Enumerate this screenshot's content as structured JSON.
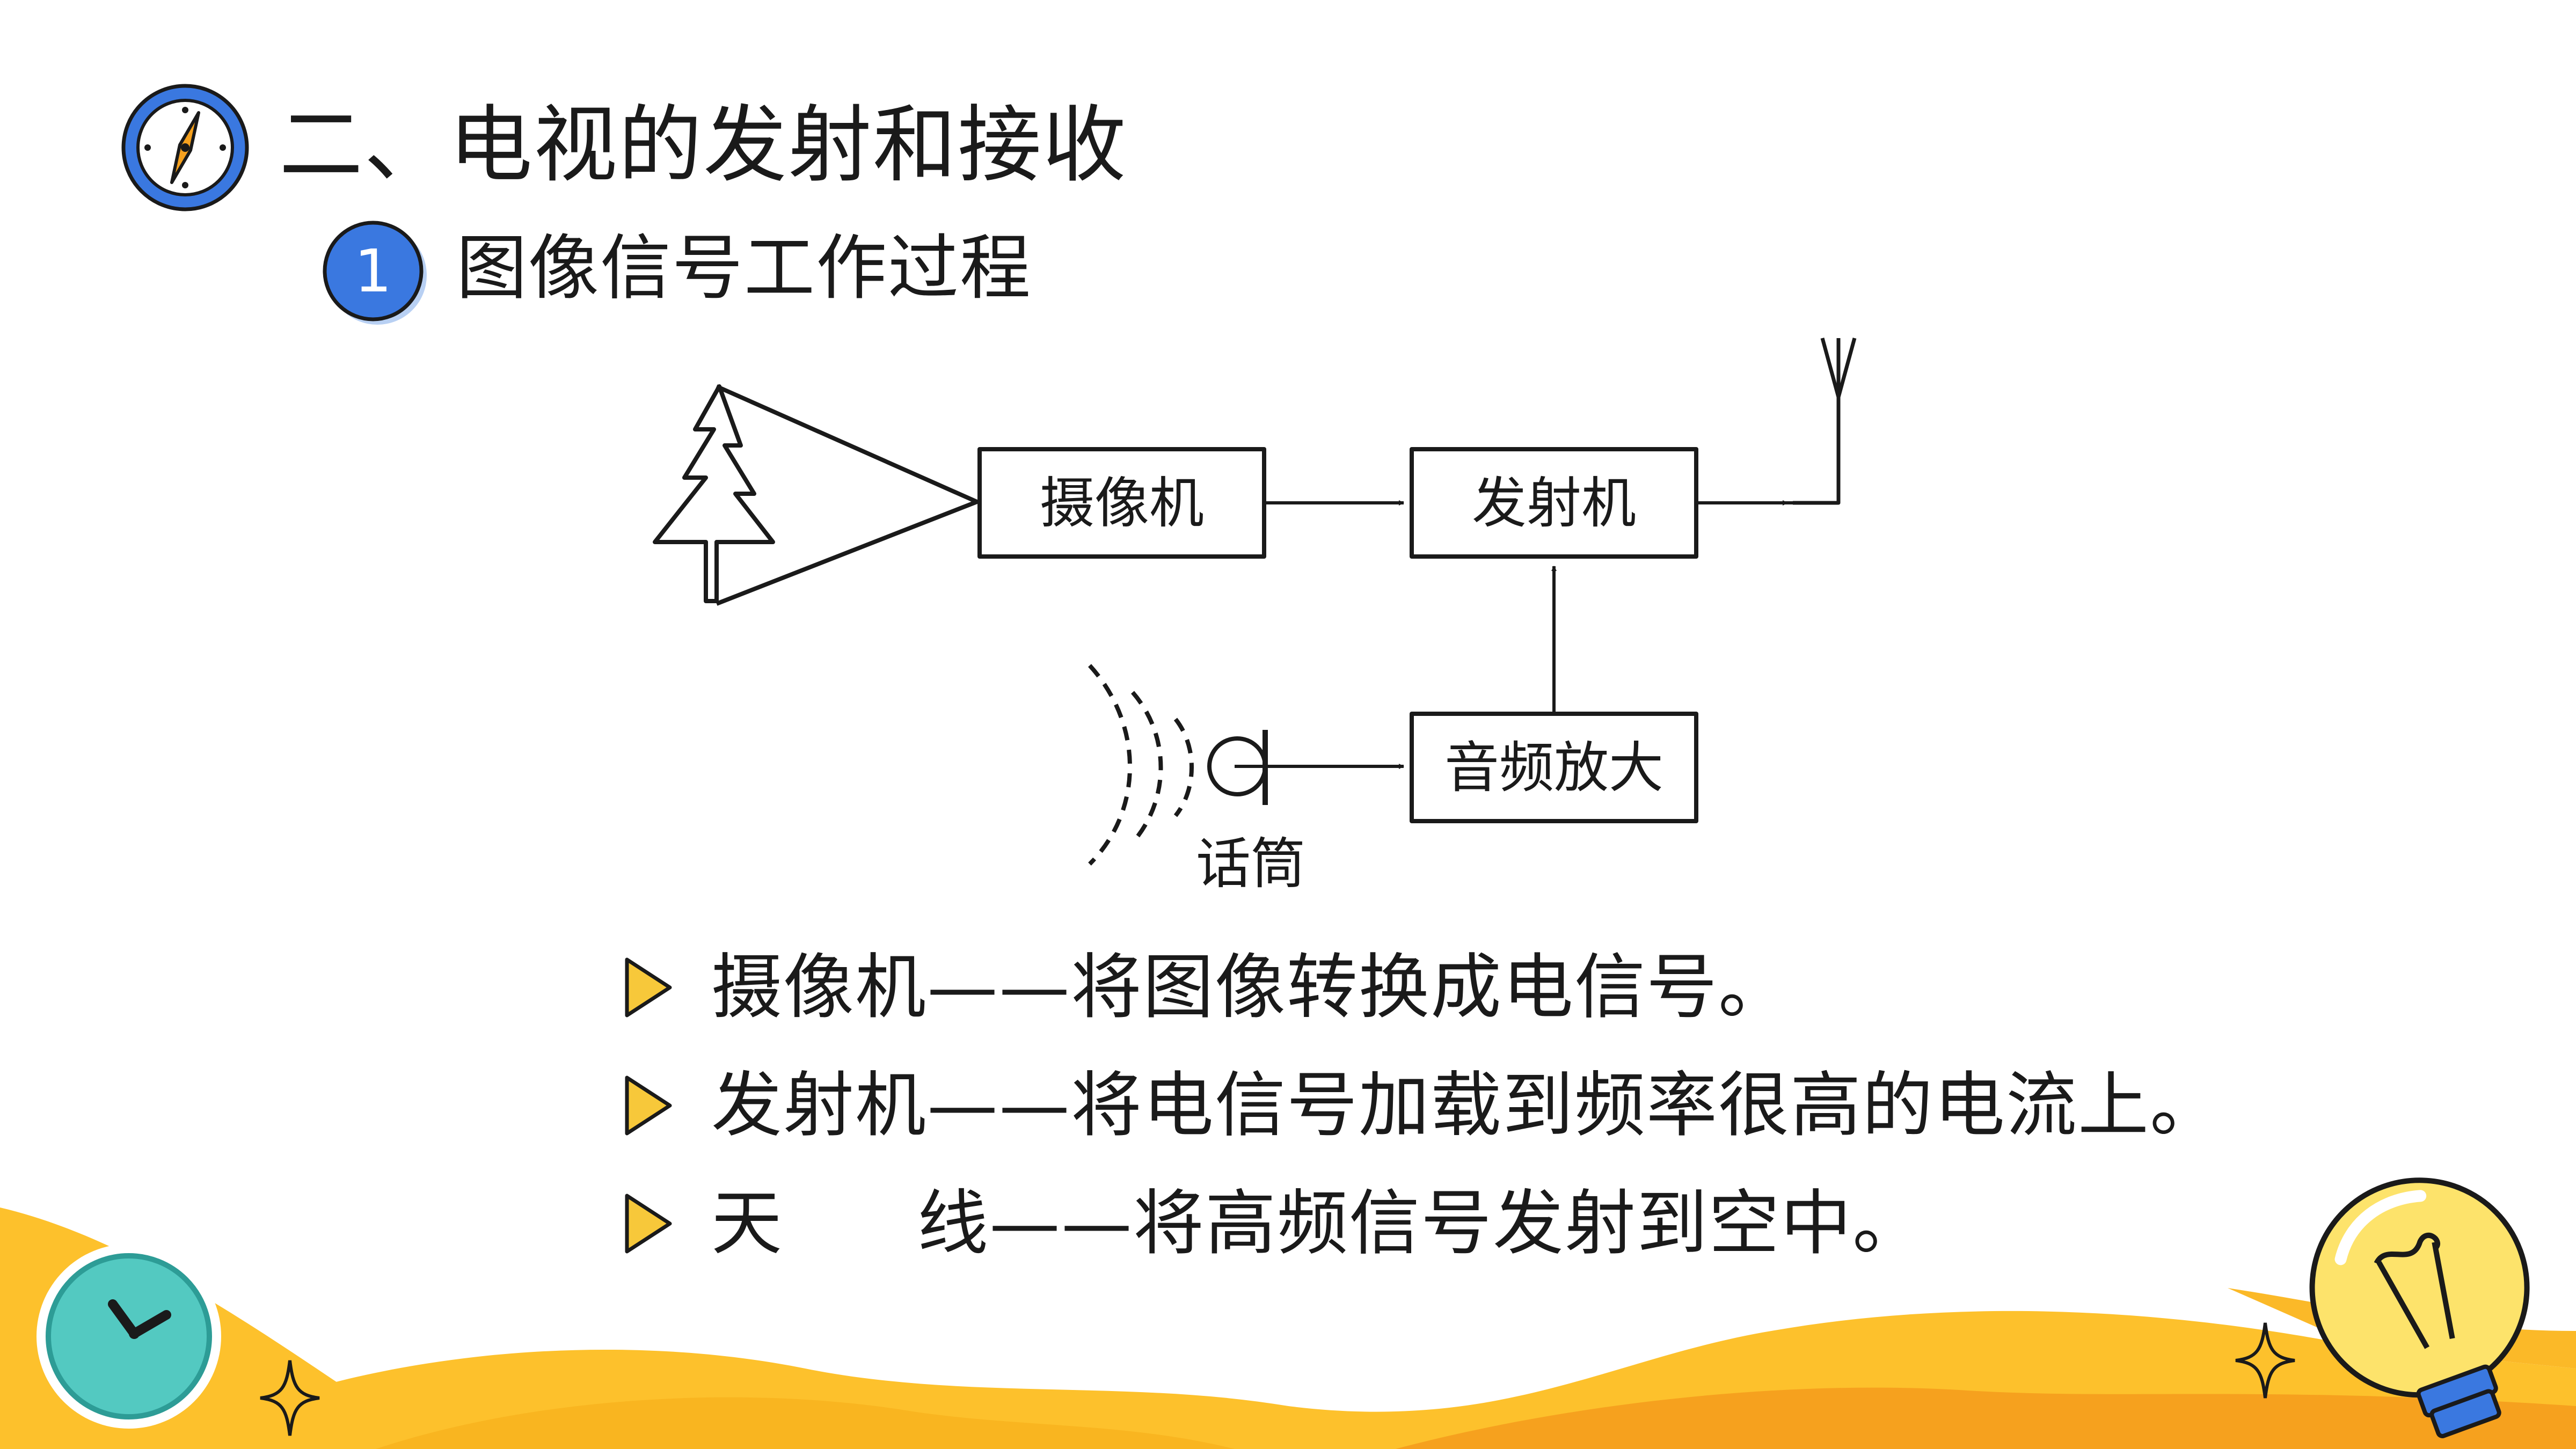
{
  "title": "二、电视的发射和接收",
  "subtitle_number": "1",
  "subtitle": "图像信号工作过程",
  "diagram": {
    "camera_label": "摄像机",
    "transmitter_label": "发射机",
    "audio_amp_label": "音频放大",
    "microphone_label": "话筒"
  },
  "bullets": [
    {
      "term": "摄像机",
      "desc": "——将图像转换成电信号。"
    },
    {
      "term": "发射机",
      "desc": "——将电信号加载到频率很高的电流上。"
    },
    {
      "term_a": "天",
      "term_b": "线",
      "desc": "——将高频信号发射到空中。"
    }
  ],
  "colors": {
    "accent_blue": "#3a78e0",
    "accent_yellow": "#fdc12c",
    "accent_orange": "#f6a11e",
    "bullet_triangle": "#f7c83a",
    "clock_teal": "#53c9c1"
  },
  "icons": [
    "compass-icon",
    "clock-icon",
    "lightbulb-icon",
    "sparkle-icon"
  ]
}
